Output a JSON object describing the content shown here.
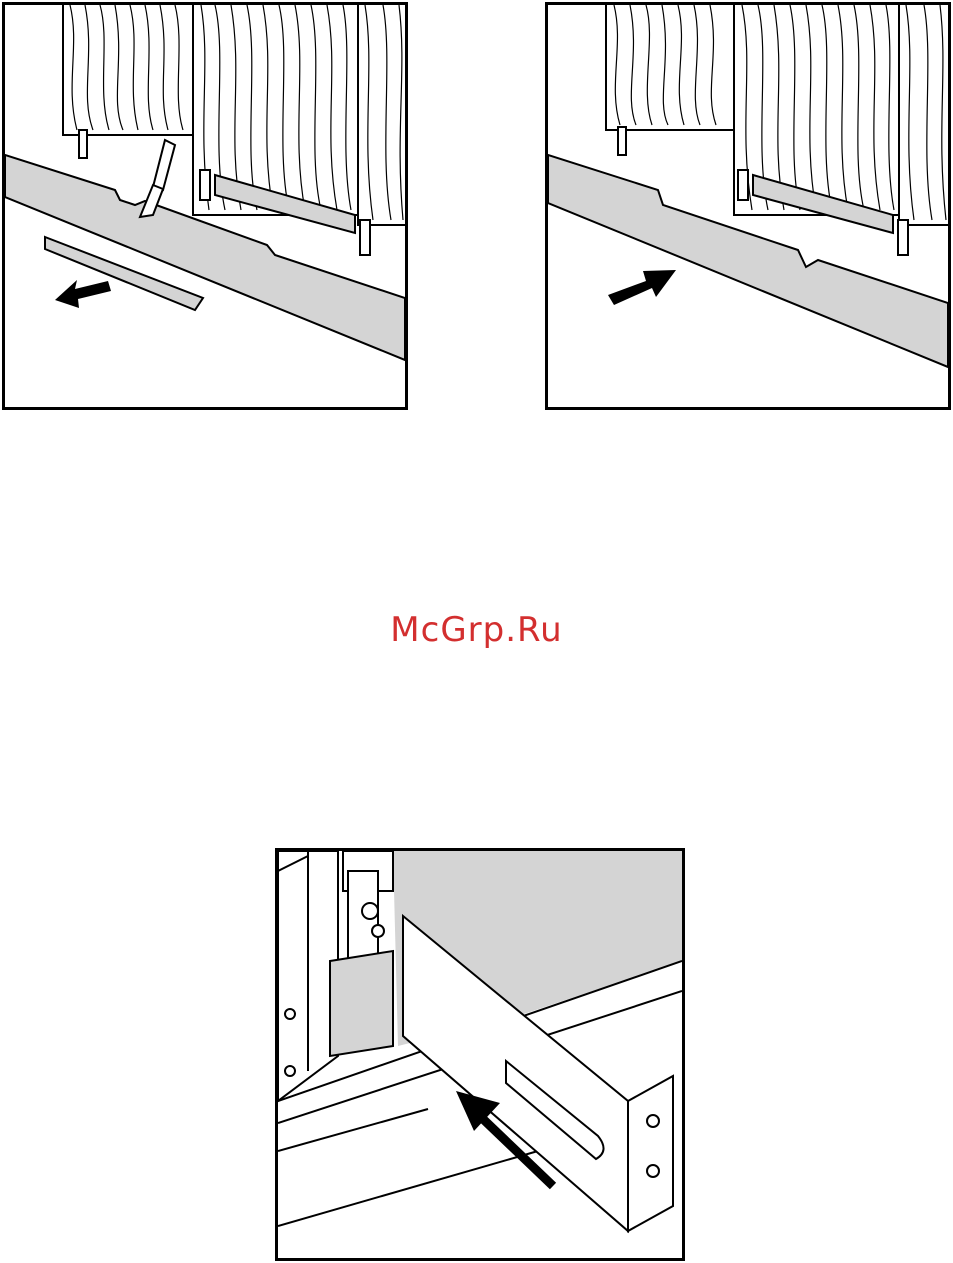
{
  "watermark": {
    "text": "McGrp.Ru",
    "color": "#d32f2f"
  },
  "colors": {
    "ink": "#000000",
    "paper": "#ffffff",
    "shade": "#d4d4d4",
    "wood": "#ffffff"
  },
  "figures": [
    {
      "id": "fig-1",
      "depicts": "plinth-removal",
      "arrow_icon": "arrow-left-icon"
    },
    {
      "id": "fig-2",
      "depicts": "plinth-fitting",
      "arrow_icon": "arrow-right-icon"
    },
    {
      "id": "fig-3",
      "depicts": "plinth-bracket-insertion",
      "arrow_icon": "arrow-up-left-icon"
    }
  ]
}
